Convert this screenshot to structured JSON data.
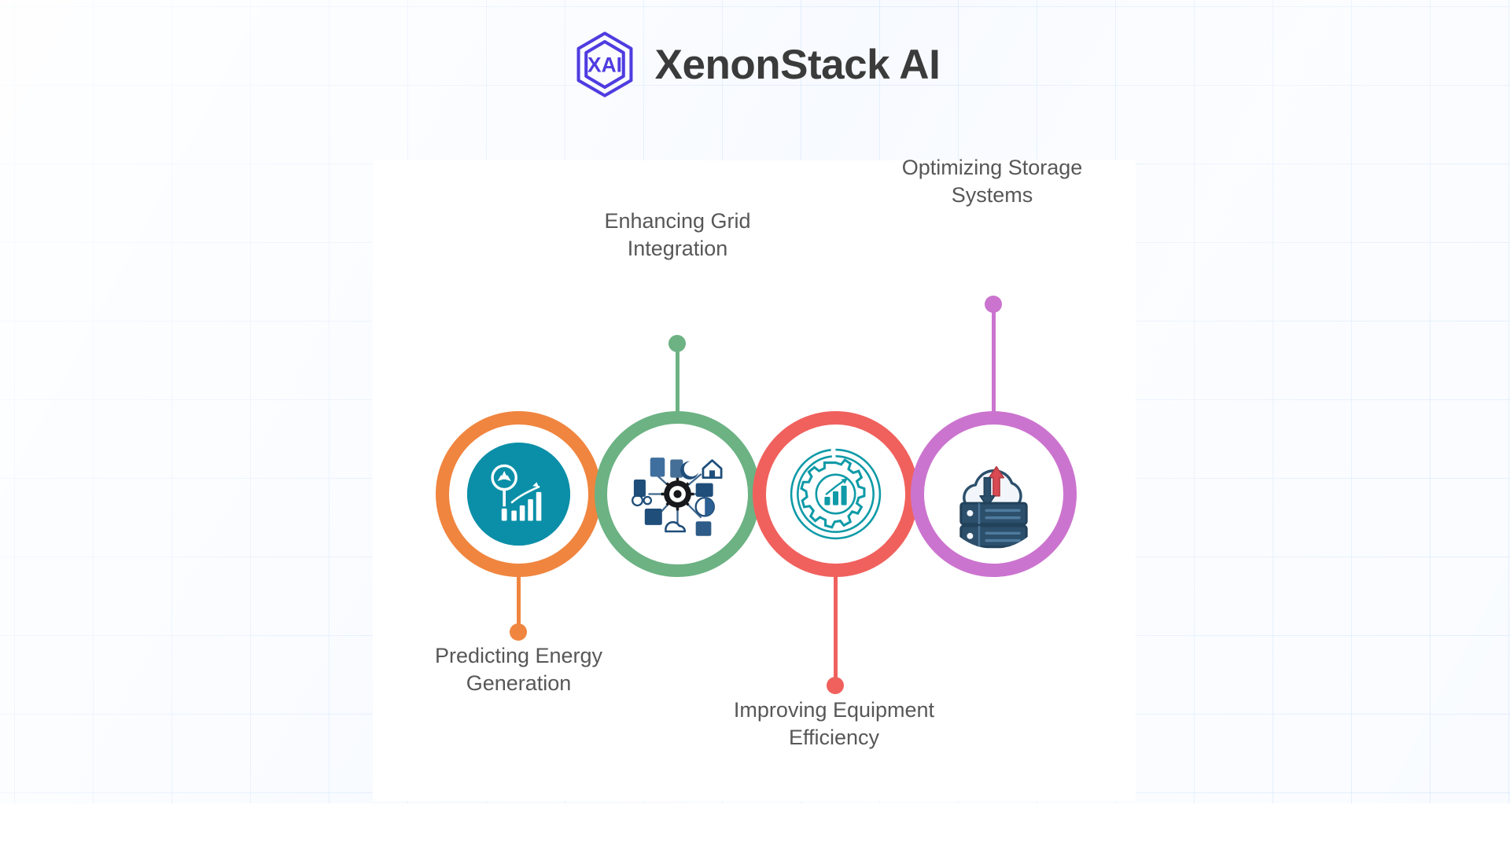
{
  "brand": {
    "name": "XenonStack AI",
    "logo_icon": "xai-hexagon-logo",
    "logo_color": "#4f3ce0",
    "text_color": "#3b3b3b"
  },
  "background": {
    "base_color": "#f7faff",
    "grid_line_color": "#c1d8f7",
    "card_color": "#ffffff"
  },
  "diagram": {
    "type": "process-nodes",
    "nodes": [
      {
        "id": "predicting-energy-generation",
        "label": "Predicting Energy\nGeneration",
        "ring_color": "#f0853f",
        "accent_color": "#f0853f",
        "icon": "wind-turbine-analytics-icon",
        "icon_style": "filled-teal-disc",
        "icon_fill": "#0b8fa8",
        "label_position": "below",
        "connector": "down"
      },
      {
        "id": "enhancing-grid-integration",
        "label": "Enhancing Grid\nIntegration",
        "ring_color": "#6cb283",
        "accent_color": "#6cb283",
        "icon": "smart-grid-network-icon",
        "icon_style": "outline-white",
        "icon_fill": "#1f4e7a",
        "label_position": "above",
        "connector": "up"
      },
      {
        "id": "improving-equipment-efficiency",
        "label": "Improving Equipment\nEfficiency",
        "ring_color": "#f0615d",
        "accent_color": "#f0615d",
        "icon": "gear-performance-chart-icon",
        "icon_style": "outline-teal",
        "icon_fill": "#0e9aa7",
        "label_position": "below",
        "connector": "down"
      },
      {
        "id": "optimizing-storage-systems",
        "label": "Optimizing Storage\nSystems",
        "ring_color": "#cb74cf",
        "accent_color": "#cb74cf",
        "icon": "cloud-server-storage-icon",
        "icon_style": "filled-navy",
        "icon_fill": "#2c4f6b",
        "label_position": "above",
        "connector": "up"
      }
    ]
  }
}
